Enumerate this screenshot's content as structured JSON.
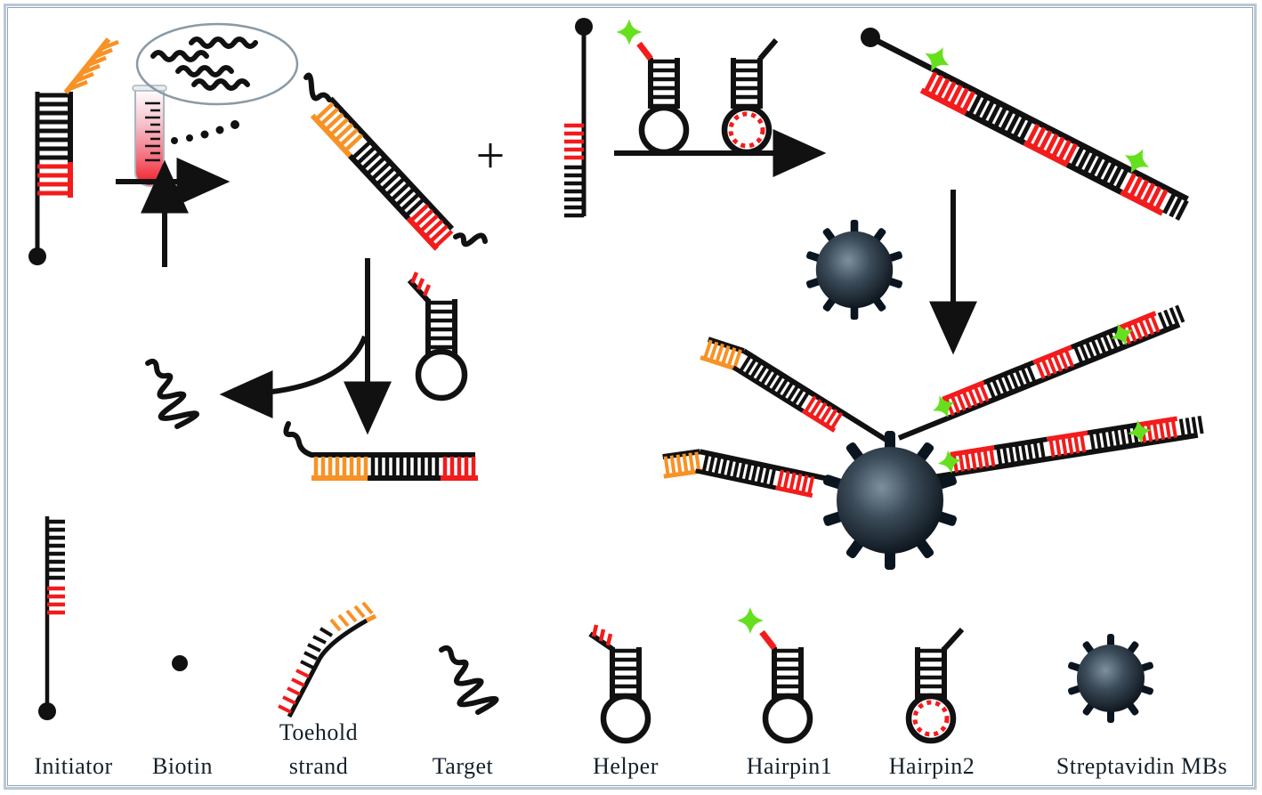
{
  "figure": {
    "kind": "scientific-scheme",
    "description": "Toehold-mediated strand displacement and hybridization chain reaction on streptavidin magnetic beads",
    "background_color": "#ffffff",
    "border_color": "#b9c7d2"
  },
  "palette": {
    "black": "#111111",
    "red": "#f21c1c",
    "orange": "#f79226",
    "green": "#66e01e",
    "bead_dark": "#0b1520",
    "bead_light": "#6b7d8c",
    "tube_pink": "#f8c9d2",
    "tube_red": "#ef1b23",
    "border": "#b9c7d2"
  },
  "legend": {
    "items": [
      {
        "id": "initiator",
        "label": "Initiator",
        "icon": "initiator-strand-icon"
      },
      {
        "id": "biotin",
        "label": "Biotin",
        "icon": "biotin-dot-icon"
      },
      {
        "id": "toehold",
        "label": "Toehold\nstrand",
        "label_line1": "Toehold",
        "label_line2": "strand",
        "icon": "toehold-strand-icon"
      },
      {
        "id": "target",
        "label": "Target",
        "icon": "target-wavy-strand-icon"
      },
      {
        "id": "helper",
        "label": "Helper",
        "icon": "helper-hairpin-icon"
      },
      {
        "id": "hairpin1",
        "label": "Hairpin1",
        "icon": "hairpin1-icon"
      },
      {
        "id": "hairpin2",
        "label": "Hairpin2",
        "icon": "hairpin2-icon"
      },
      {
        "id": "streptavidin_mb",
        "label": "Streptavidin MBs",
        "icon": "streptavidin-bead-icon"
      }
    ]
  },
  "scheme": {
    "stage_left": {
      "name": "initiator-toehold-duplex",
      "parts": [
        "biotin-dot",
        "black-duplex-region",
        "red-duplex-region",
        "orange-toehold-arm"
      ]
    },
    "sample": {
      "name": "sample-tube-and-target-pool",
      "tube": "graduated-test-tube",
      "pool": "ellipse-with-wavy-target-strands",
      "wavy_strand_count": 4,
      "dot_trail_count": 5
    },
    "stage_released": {
      "name": "target-bound-toehold-strand",
      "parts": [
        "orange-region",
        "black-region",
        "red-region",
        "wavy-target-ends"
      ]
    },
    "stage_helper": {
      "name": "helper-hairpin-displacement",
      "product": "orange-black-red-duplex-with-wavy-tail",
      "released": "free-target-strand"
    },
    "stage_hcr_inputs": {
      "name": "initiator-plus-hairpins",
      "parts": [
        "inverted-initiator",
        "hairpin1-with-fluorophore",
        "hairpin2-with-red-loop"
      ],
      "plus_sign": "+"
    },
    "stage_hcr_product": {
      "name": "hcr-polymer-chain",
      "fluorophore_count": 2,
      "segments": [
        "red",
        "black",
        "red",
        "black"
      ]
    },
    "stage_final": {
      "name": "bead-with-hcr-arms",
      "arm_count": 4,
      "left_arms": 2,
      "right_arms": 2,
      "fluorophores_per_right_arm": 2
    }
  },
  "symbols": {
    "plus": "+",
    "arrow": "→"
  }
}
